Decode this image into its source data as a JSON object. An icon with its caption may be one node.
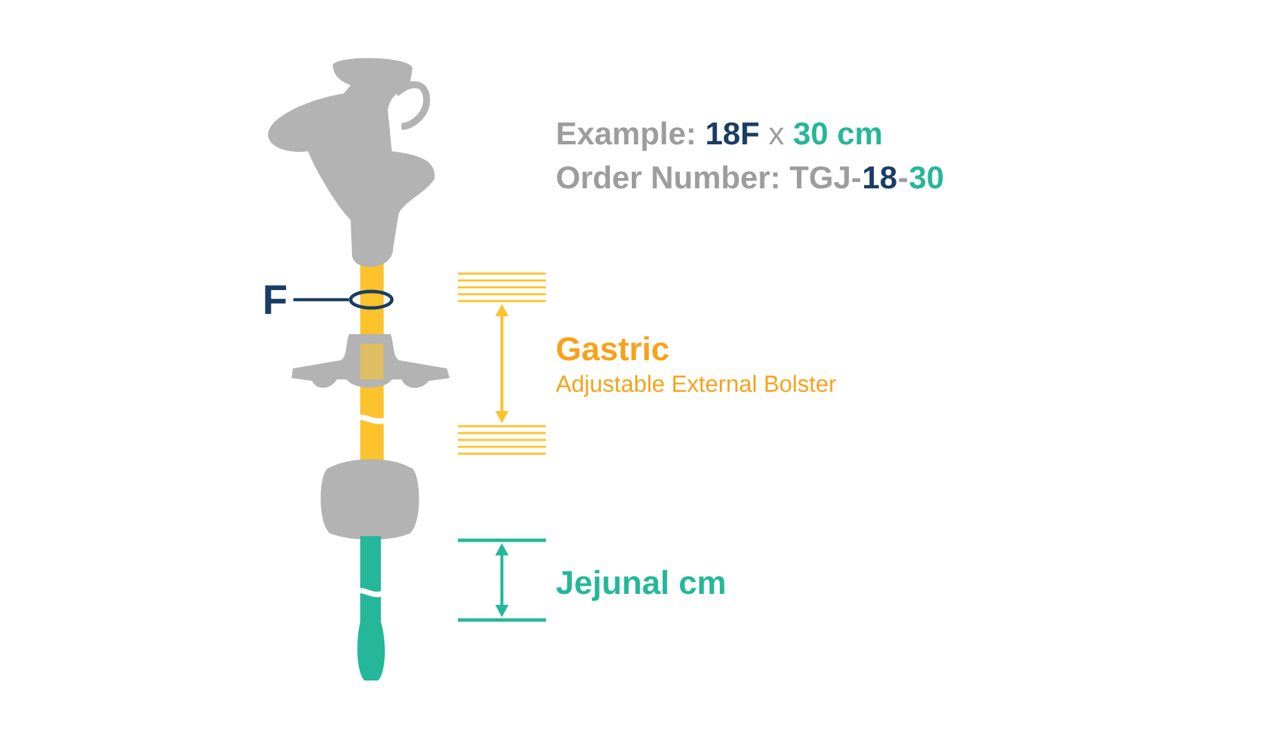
{
  "diagram": {
    "nodes": [
      {
        "text": [
          "F"
        ]
      },
      {
        "text": [],
        "shape": "circle"
      }
    ],
    "edges": [
      {
        "from": 0,
        "to": 1,
        "arrow": "none"
      }
    ],
    "labels": [
      "Example:",
      "18F",
      "x",
      "30 cm",
      "Order Number:",
      "TGJ-",
      "18",
      "-",
      "30",
      "Gastric",
      "Adjustable External Bolster",
      "Jejunal cm"
    ]
  }
}
